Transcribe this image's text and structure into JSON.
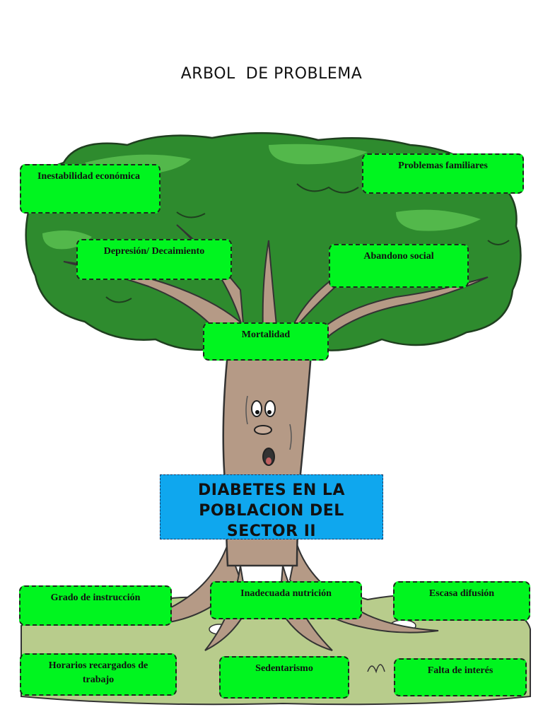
{
  "title": "ARBOL  DE PROBLEMA",
  "central_problem": "DIABETES EN LA POBLACION DEL SECTOR II",
  "effects": {
    "inestabilidad": "Inestabilidad económica",
    "problemas_familiares": "Problemas familiares",
    "depresion": "Depresión/ Decaimiento",
    "abandono": "Abandono social",
    "mortalidad": "Mortalidad"
  },
  "causes": {
    "grado": "Grado de instrucción",
    "nutricion": "Inadecuada nutrición",
    "difusion": "Escasa difusión",
    "horarios": "Horarios recargados de trabajo",
    "sedentarismo": "Sedentarismo",
    "interes": "Falta de interés"
  },
  "colors": {
    "box_green": "#00f51f",
    "center_blue": "#0fa7ee",
    "foliage": "#2e8b2e",
    "trunk": "#b59a86",
    "ground": "#b8cc8c"
  }
}
